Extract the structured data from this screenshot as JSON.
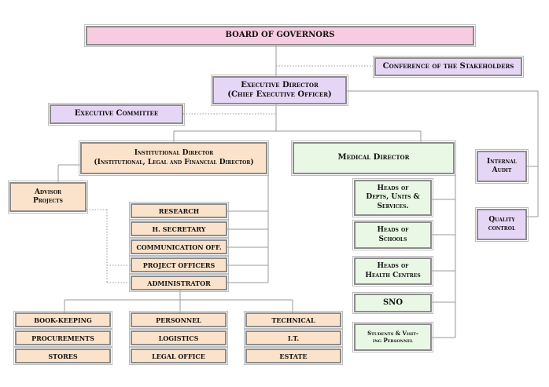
{
  "board": "BOARD OF GOVERNORS",
  "conference": "Conference of the Stakeholders",
  "executive_director": {
    "line1": "Executive Director",
    "line2": "(Chief Executive Officer)"
  },
  "executive_committee": "Executive Committee",
  "institutional_director": {
    "line1": "Institutional Director",
    "line2": "(Institutional, Legal and Financial Director)"
  },
  "medical_director": "Medical Director",
  "internal_audit": {
    "line1": "Internal",
    "line2": "Audit"
  },
  "quality_control": {
    "line1": "Quality",
    "line2": "control"
  },
  "advisor_projects": {
    "line1": "Advisor",
    "line2": "Projects"
  },
  "institutional_units": [
    "RESEARCH",
    "H. SECRETARY",
    "COMMUNICATION OFF.",
    "PROJECT OFFICERS",
    "ADMINISTRATOR"
  ],
  "medical_units": {
    "heads_depts": {
      "line1": "Heads of",
      "line2": "Depts, Units &",
      "line3": "Services."
    },
    "heads_schools": {
      "line1": "Heads of",
      "line2": "Schools"
    },
    "heads_health_centres": {
      "line1": "Heads of",
      "line2": "Health Centres"
    },
    "sno": "SNO",
    "students": {
      "line1": "Students & Visit-",
      "line2": "ing Personnel"
    }
  },
  "admin_units": {
    "col1": [
      "BOOK-KEEPING",
      "PROCUREMENTS",
      "STORES"
    ],
    "col2": [
      "PERSONNEL",
      "LOGISTICS",
      "LEGAL OFFICE"
    ],
    "col3": [
      "TECHNICAL",
      "I.T.",
      "ESTATE"
    ]
  },
  "colors": {
    "board": "#f7cbe0",
    "purple": "#e6d6f6",
    "peach": "#fbe2ca",
    "green": "#e9f7e5",
    "border": "#8c8c8c"
  }
}
